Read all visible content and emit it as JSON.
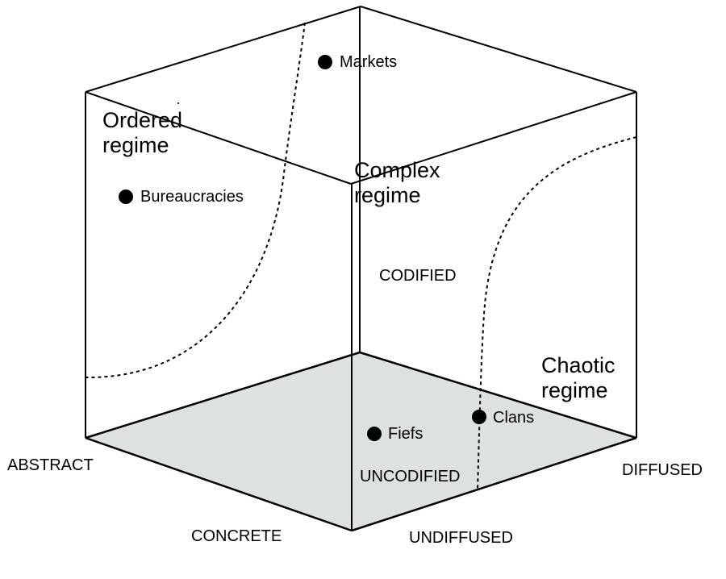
{
  "title": "Culture space cube: regimes and institutions",
  "colors": {
    "edge": "#000000",
    "floor": "#dde1e1",
    "point": "#000000"
  },
  "axes": {
    "vertical_top": "CODIFIED",
    "vertical_bottom": "UNCODIFIED",
    "left_near": "ABSTRACT",
    "left_far": "CONCRETE",
    "right_near": "DIFFUSED",
    "right_far": "UNDIFFUSED"
  },
  "regimes": [
    {
      "id": "ordered",
      "line1": "Ordered",
      "line2": "regime"
    },
    {
      "id": "complex",
      "line1": "Complex",
      "line2": "regime"
    },
    {
      "id": "chaotic",
      "line1": "Chaotic",
      "line2": "regime"
    }
  ],
  "institutions": [
    {
      "id": "markets",
      "label": "Markets"
    },
    {
      "id": "bureaucracies",
      "label": "Bureaucracies"
    },
    {
      "id": "fiefs",
      "label": "Fiefs"
    },
    {
      "id": "clans",
      "label": "Clans"
    }
  ]
}
